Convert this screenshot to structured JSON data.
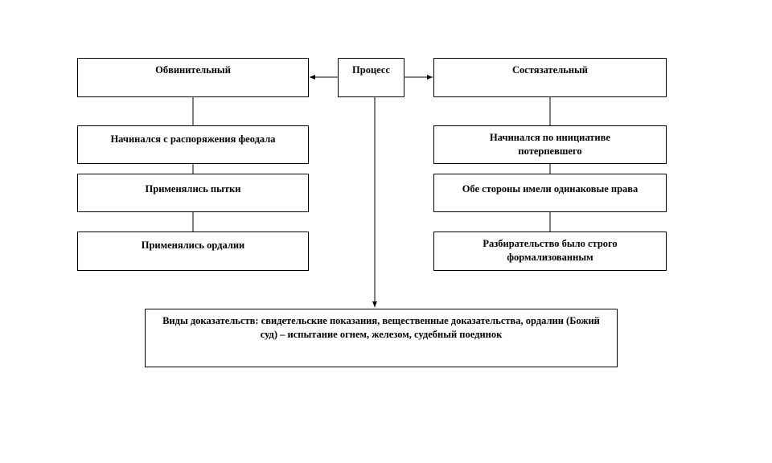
{
  "center": {
    "title": "Процесс"
  },
  "left": {
    "header": "Обвинительный",
    "items": [
      "Начинался с распоряжения феодала",
      "Применялись пытки",
      "Применялись ордалии"
    ]
  },
  "right": {
    "header": "Состязательный",
    "items": [
      "Начинался по инициативе потерпевшего",
      "Обе стороны имели одинаковые права",
      "Разбирательство было строго формализованным"
    ]
  },
  "bottom": {
    "text": "Виды доказательств: свидетельские показания, вещественные доказательства, ордалии (Божий суд) – испытание огнем, железом, судебный поединок"
  }
}
